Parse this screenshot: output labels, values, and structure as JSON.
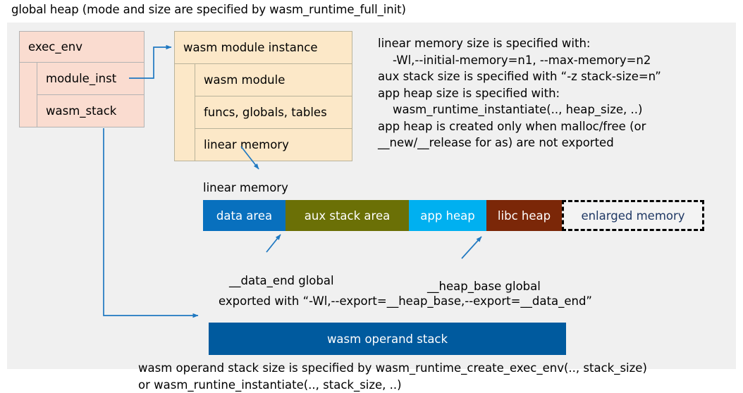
{
  "title": "global heap (mode and size are specified by wasm_runtime_full_init)",
  "colors": {
    "canvas_background": "#f0f0f0",
    "exec_env_fill": "#fadcd0",
    "module_instance_fill": "#fce8c8",
    "connector": "#1f78c1",
    "data_area": "#0870be",
    "aux_stack_area": "#6b7006",
    "app_heap": "#00b0f0",
    "libc_heap": "#7b2708",
    "enlarged_memory_text": "#1f3864",
    "operand_stack": "#005a9e"
  },
  "exec_env": {
    "header": "exec_env",
    "rows": [
      {
        "label": "module_inst"
      },
      {
        "label": "wasm_stack"
      }
    ]
  },
  "module_instance": {
    "header": "wasm module instance",
    "rows": [
      {
        "label": "wasm module"
      },
      {
        "label": "funcs, globals, tables"
      },
      {
        "label": "linear memory"
      }
    ]
  },
  "right_note": "linear memory size is specified with:\n    -Wl,--initial-memory=n1, --max-memory=n2\naux stack size is specified with “-z stack-size=n”\napp heap size is specified with:\n    wasm_runtime_instantiate(.., heap_size, ..)\napp heap is created only when malloc/free (or\n__new/__release for as) are not exported",
  "linear_memory": {
    "caption": "linear memory",
    "segments": [
      {
        "label": "data area",
        "color": "#0870be",
        "style": "solid"
      },
      {
        "label": "aux stack area",
        "color": "#6b7006",
        "style": "solid"
      },
      {
        "label": "app heap",
        "color": "#00b0f0",
        "style": "solid"
      },
      {
        "label": "libc heap",
        "color": "#7b2708",
        "style": "solid"
      },
      {
        "label": "enlarged memory",
        "color": "#f3f3f3",
        "style": "dashed"
      }
    ],
    "annotations": {
      "data_end": "__data_end global",
      "heap_base": "__heap_base global",
      "exported": "exported with “-Wl,--export=__heap_base,--export=__data_end”"
    }
  },
  "operand_stack": {
    "label": "wasm operand stack",
    "note": "wasm operand stack size is specified by wasm_runtime_create_exec_env(.., stack_size)\nor wasm_runtine_instantiate(.., stack_size, ..)"
  }
}
